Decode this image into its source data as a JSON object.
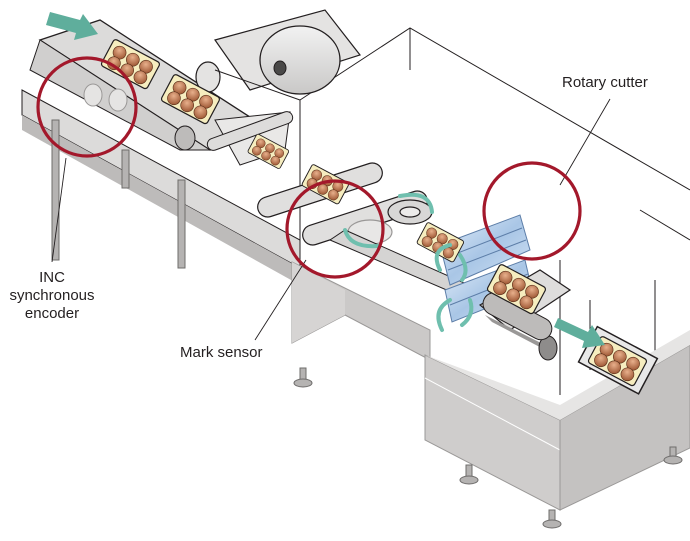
{
  "title": "Packaging machine: INC synchronous encoder, mark sensor and rotary cutter",
  "labels": {
    "rotary_cutter": "Rotary cutter",
    "mark_sensor": "Mark sensor",
    "encoder": [
      "INC",
      "synchronous",
      "encoder"
    ]
  },
  "colors": {
    "highlight_circle": "#a3182b",
    "flow_arrow": "#5fae9c",
    "rotation_arrow": "#6fbfae",
    "cutter_blue": "#b8d2ec",
    "machine_body": "#cbc9c8",
    "machine_body_dark": "#b5b3b2",
    "conveyor": "#dcdbda",
    "tray": "#f6edbf",
    "bun": "#c98256",
    "outline": "#231f20"
  }
}
